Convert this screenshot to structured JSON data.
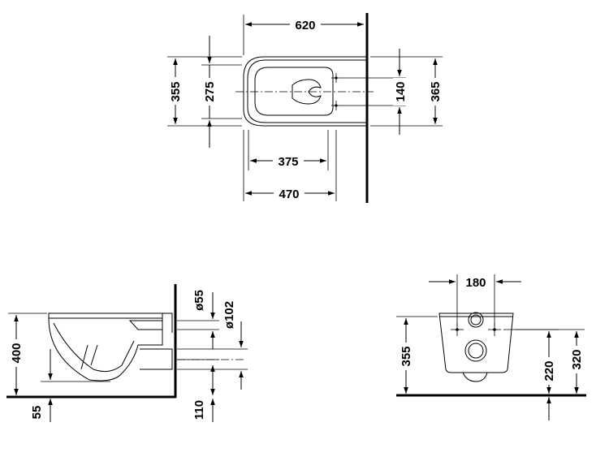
{
  "top_view": {
    "overall_depth": "620",
    "outer_width": "355",
    "inner_width": "275",
    "inner_length": "375",
    "mid_length": "470",
    "fixing_spacing": "140",
    "wall_width": "365"
  },
  "side_view": {
    "rim_height": "400",
    "outlet_height": "55",
    "inlet_diameter": "ø55",
    "outlet_diameter": "ø102",
    "outlet_offset": "110"
  },
  "rear_view": {
    "fixing_distance": "180",
    "height": "355",
    "outlet_center_height": "220",
    "fixing_height": "320"
  }
}
